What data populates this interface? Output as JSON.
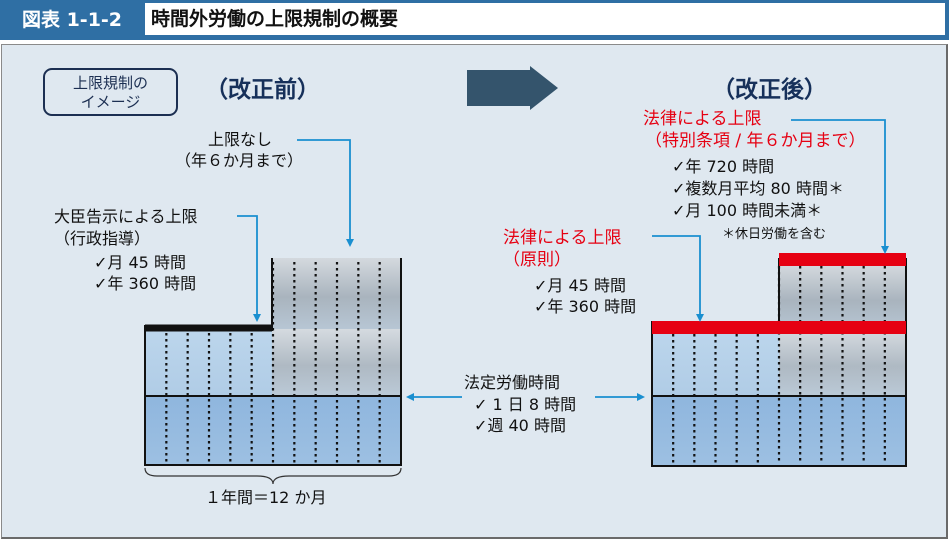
{
  "header": {
    "figure_label": "図表 1-1-2",
    "title": "時間外労働の上限規制の概要"
  },
  "legend_box": {
    "line1": "上限規制の",
    "line2": "イメージ"
  },
  "before": {
    "heading": "（改正前）",
    "no_limit": {
      "line1": "上限なし",
      "line2": "（年６か月まで）"
    },
    "minister_limit": {
      "line1": "大臣告示による上限",
      "line2": "（行政指導）",
      "items": [
        "✓月 45 時間",
        "✓年 360 時間"
      ]
    },
    "year_label": "１年間＝12 か月"
  },
  "after": {
    "heading": "（改正後）",
    "special_limit": {
      "line1": "法律による上限",
      "line2": "（特別条項 / 年６か月まで）",
      "items": [
        "✓年 720 時間",
        "✓複数月平均 80 時間＊",
        "✓月 100 時間未満＊"
      ],
      "note": "＊休日労働を含む"
    },
    "principle_limit": {
      "line1": "法律による上限",
      "line2": "（原則）",
      "items": [
        "✓月 45 時間",
        "✓年 360 時間"
      ]
    }
  },
  "legal_hours": {
    "title": "法定労働時間",
    "items": [
      "✓ 1 日 8 時間",
      "✓週 40 時間"
    ]
  },
  "colors": {
    "header_blue": "#2f6fa4",
    "panel_bg": "#dfe8f0",
    "heading_navy": "#16305a",
    "limit_red": "#e60012",
    "arrow_blue": "#1a8fd0",
    "big_arrow": "#34546c"
  },
  "months_per_year": 12
}
